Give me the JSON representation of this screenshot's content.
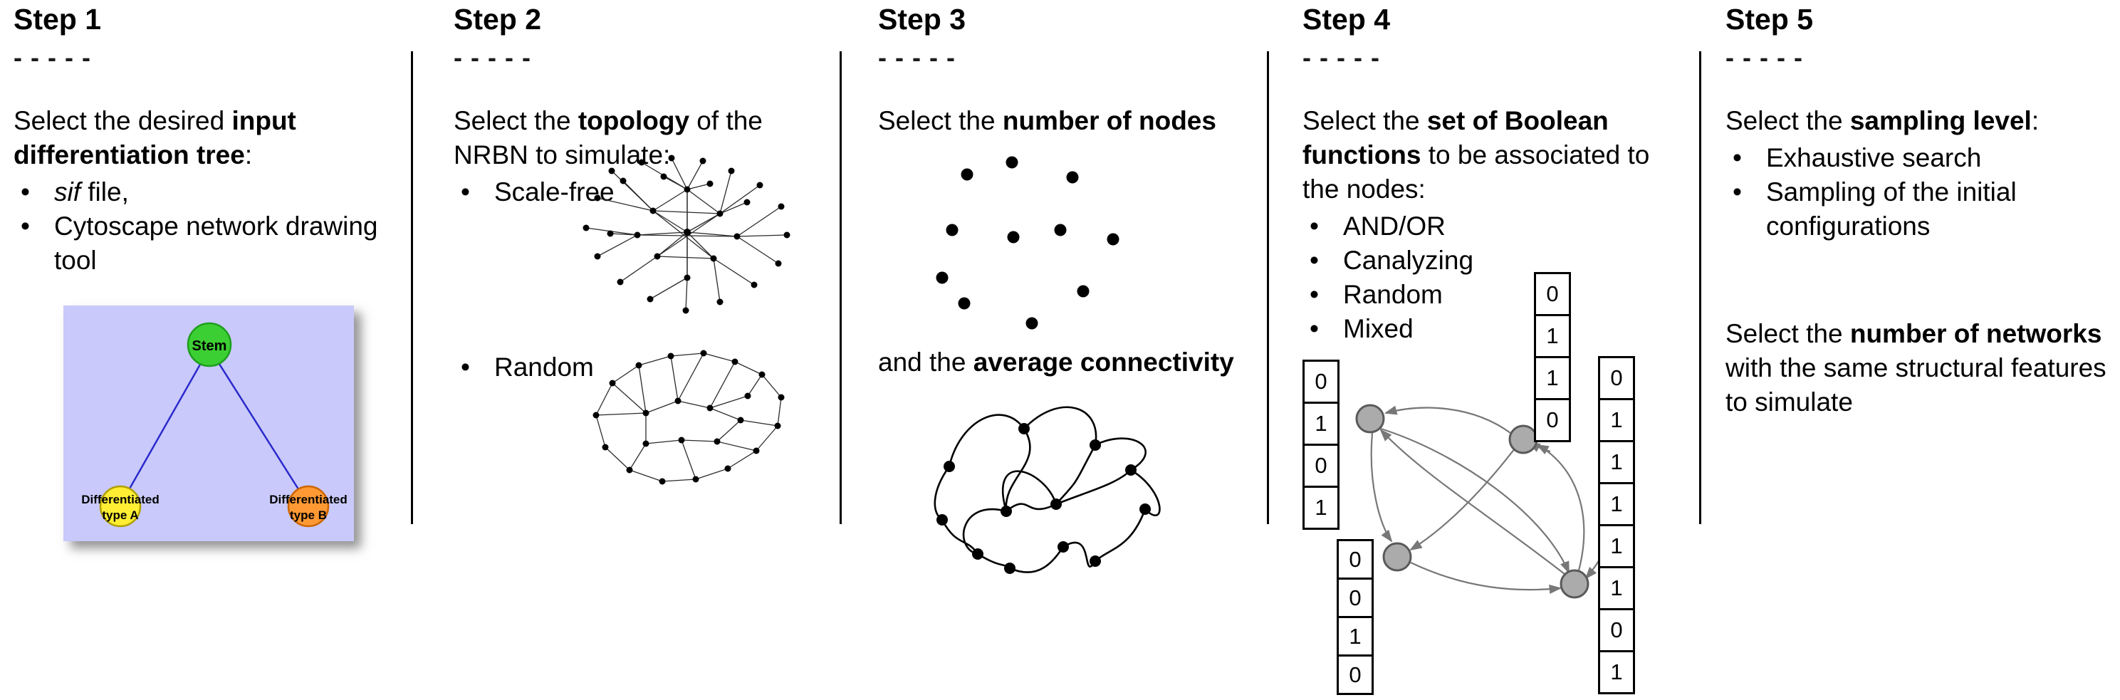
{
  "colors": {
    "tree_background": "#c9c9fb",
    "stem_green": "#3ccf33",
    "type_a_yellow": "#ffee33",
    "type_b_orange": "#ff9933",
    "tree_edge_blue": "#2a2acc",
    "boolean_node_gray": "#ababab",
    "arrow_gray": "#777777"
  },
  "steps": [
    {
      "title": "Step 1",
      "dashes": "- - - - -",
      "intro": {
        "pre": "Select the desired ",
        "bold": "input differentiation tree",
        "post": ":"
      },
      "bullets": [
        {
          "italic": "sif",
          "rest": " file,"
        },
        {
          "text": "Cytoscape network drawing tool"
        }
      ],
      "tree": {
        "root": "Stem",
        "left_line1": "Differentiated",
        "left_line2": "type A",
        "right_line1": "Differentiated",
        "right_line2": "type B"
      }
    },
    {
      "title": "Step 2",
      "dashes": "- - - - -",
      "intro": {
        "pre": "Select the ",
        "bold": "topology",
        "post": " of the NRBN to simulate:"
      },
      "bullets": [
        {
          "text": "Scale-free"
        },
        {
          "text": "Random"
        }
      ]
    },
    {
      "title": "Step 3",
      "dashes": "- - - - -",
      "intro": {
        "pre": "Select the ",
        "bold": "number of nodes",
        "post": ""
      },
      "second": {
        "pre": "and the ",
        "bold": "average connectivity",
        "post": ""
      }
    },
    {
      "title": "Step 4",
      "dashes": "- - - - -",
      "intro": {
        "pre": "Select the ",
        "bold": "set of Boolean functions",
        "post": " to be associated to the nodes:"
      },
      "bullets": [
        {
          "text": "AND/OR"
        },
        {
          "text": "Canalyzing"
        },
        {
          "text": "Random"
        },
        {
          "text": "Mixed"
        }
      ],
      "tables": {
        "left": [
          "0",
          "1",
          "0",
          "1"
        ],
        "top": [
          "0",
          "1",
          "1",
          "0"
        ],
        "bottom": [
          "0",
          "0",
          "1",
          "0"
        ],
        "right": [
          "0",
          "1",
          "1",
          "1",
          "1",
          "1",
          "0",
          "1"
        ]
      }
    },
    {
      "title": "Step 5",
      "dashes": "- - - - -",
      "intro": {
        "pre": "Select the ",
        "bold": "sampling level",
        "post": ":"
      },
      "bullets": [
        {
          "text": "Exhaustive search"
        },
        {
          "text": "Sampling of the initial configurations"
        }
      ],
      "second": {
        "pre": "Select the ",
        "bold": "number of networks",
        "post": " with the same structural features to simulate"
      }
    }
  ]
}
